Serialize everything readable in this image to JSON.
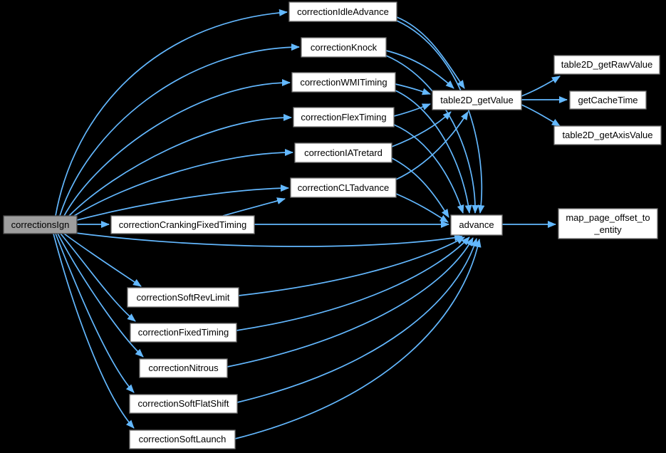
{
  "diagram": {
    "kind": "doxygen-call-graph",
    "background_color": "#000000",
    "edge_color": "#63b8ff",
    "node_fill_color": "#ffffff",
    "node_border_color": "#737373",
    "highlight_fill_color": "#9e9e9e",
    "highlight_border_color": "#4a4a4a",
    "text_color": "#000000"
  },
  "nodes": [
    {
      "id": "correctionsIgn",
      "label": "correctionsIgn",
      "highlighted": true
    },
    {
      "id": "correctionIdleAdvance",
      "label": "correctionIdleAdvance",
      "highlighted": false
    },
    {
      "id": "correctionKnock",
      "label": "correctionKnock",
      "highlighted": false
    },
    {
      "id": "correctionWMITiming",
      "label": "correctionWMITiming",
      "highlighted": false
    },
    {
      "id": "correctionFlexTiming",
      "label": "correctionFlexTiming",
      "highlighted": false
    },
    {
      "id": "correctionIATretard",
      "label": "correctionIATretard",
      "highlighted": false
    },
    {
      "id": "correctionCLTadvance",
      "label": "correctionCLTadvance",
      "highlighted": false
    },
    {
      "id": "correctionCrankingFixedTiming",
      "label": "correctionCrankingFixedTiming",
      "highlighted": false
    },
    {
      "id": "correctionSoftRevLimit",
      "label": "correctionSoftRevLimit",
      "highlighted": false
    },
    {
      "id": "correctionFixedTiming",
      "label": "correctionFixedTiming",
      "highlighted": false
    },
    {
      "id": "correctionNitrous",
      "label": "correctionNitrous",
      "highlighted": false
    },
    {
      "id": "correctionSoftFlatShift",
      "label": "correctionSoftFlatShift",
      "highlighted": false
    },
    {
      "id": "correctionSoftLaunch",
      "label": "correctionSoftLaunch",
      "highlighted": false
    },
    {
      "id": "table2D_getValue",
      "label": "table2D_getValue",
      "highlighted": false
    },
    {
      "id": "advance",
      "label": "advance",
      "highlighted": false
    },
    {
      "id": "table2D_getRawValue",
      "label": "table2D_getRawValue",
      "highlighted": false
    },
    {
      "id": "getCacheTime",
      "label": "getCacheTime",
      "highlighted": false
    },
    {
      "id": "table2D_getAxisValue",
      "label": "table2D_getAxisValue",
      "highlighted": false
    },
    {
      "id": "map_page_offset_to_entity",
      "label": "map_page_offset_to_entity",
      "lines": [
        "map_page_offset_to",
        "_entity"
      ],
      "highlighted": false
    }
  ],
  "edges": [
    {
      "from": "correctionsIgn",
      "to": "correctionIdleAdvance"
    },
    {
      "from": "correctionsIgn",
      "to": "correctionKnock"
    },
    {
      "from": "correctionsIgn",
      "to": "correctionWMITiming"
    },
    {
      "from": "correctionsIgn",
      "to": "correctionFlexTiming"
    },
    {
      "from": "correctionsIgn",
      "to": "correctionIATretard"
    },
    {
      "from": "correctionsIgn",
      "to": "correctionCLTadvance"
    },
    {
      "from": "correctionsIgn",
      "to": "correctionCrankingFixedTiming"
    },
    {
      "from": "correctionsIgn",
      "to": "advance"
    },
    {
      "from": "correctionsIgn",
      "to": "correctionSoftRevLimit"
    },
    {
      "from": "correctionsIgn",
      "to": "correctionFixedTiming"
    },
    {
      "from": "correctionsIgn",
      "to": "correctionNitrous"
    },
    {
      "from": "correctionsIgn",
      "to": "correctionSoftFlatShift"
    },
    {
      "from": "correctionsIgn",
      "to": "correctionSoftLaunch"
    },
    {
      "from": "correctionIdleAdvance",
      "to": "table2D_getValue"
    },
    {
      "from": "correctionKnock",
      "to": "table2D_getValue"
    },
    {
      "from": "correctionWMITiming",
      "to": "table2D_getValue"
    },
    {
      "from": "correctionFlexTiming",
      "to": "table2D_getValue"
    },
    {
      "from": "correctionIATretard",
      "to": "table2D_getValue"
    },
    {
      "from": "correctionCLTadvance",
      "to": "table2D_getValue"
    },
    {
      "from": "correctionIdleAdvance",
      "to": "advance"
    },
    {
      "from": "correctionKnock",
      "to": "advance"
    },
    {
      "from": "correctionWMITiming",
      "to": "advance"
    },
    {
      "from": "correctionFlexTiming",
      "to": "advance"
    },
    {
      "from": "correctionIATretard",
      "to": "advance"
    },
    {
      "from": "correctionCLTadvance",
      "to": "advance"
    },
    {
      "from": "correctionCrankingFixedTiming",
      "to": "advance"
    },
    {
      "from": "correctionCrankingFixedTiming",
      "to": "correctionCLTadvance"
    },
    {
      "from": "correctionSoftRevLimit",
      "to": "advance"
    },
    {
      "from": "correctionFixedTiming",
      "to": "advance"
    },
    {
      "from": "correctionNitrous",
      "to": "advance"
    },
    {
      "from": "correctionSoftFlatShift",
      "to": "advance"
    },
    {
      "from": "correctionSoftLaunch",
      "to": "advance"
    },
    {
      "from": "table2D_getValue",
      "to": "table2D_getRawValue"
    },
    {
      "from": "table2D_getValue",
      "to": "getCacheTime"
    },
    {
      "from": "table2D_getValue",
      "to": "table2D_getAxisValue"
    },
    {
      "from": "advance",
      "to": "map_page_offset_to_entity"
    }
  ]
}
